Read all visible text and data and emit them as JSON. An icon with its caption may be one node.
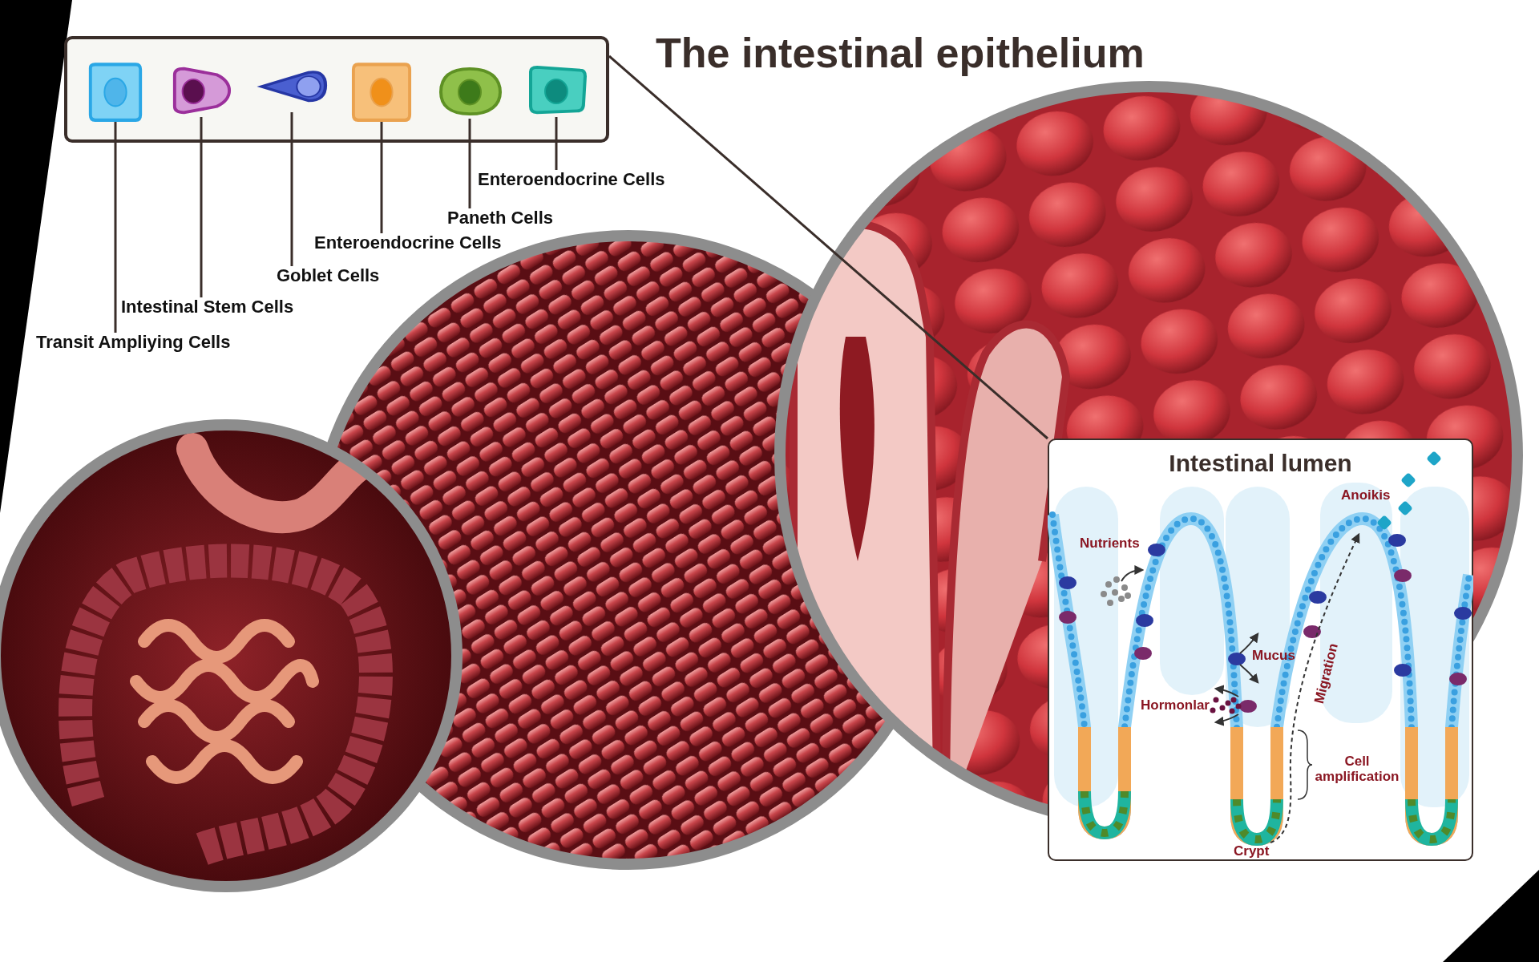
{
  "diagram": {
    "title": "The intestinal epithelium",
    "nodes": [
      {
        "text": [],
        "shape": "box"
      },
      {
        "text": [],
        "shape": "picture",
        "in": 0
      },
      {
        "text": [],
        "shape": "picture",
        "in": 0
      },
      {
        "text": [],
        "shape": "picture",
        "in": 0
      },
      {
        "text": [],
        "shape": "picture",
        "in": 0
      },
      {
        "text": [],
        "shape": "picture",
        "in": 0
      },
      {
        "text": [],
        "shape": "picture",
        "in": 0
      },
      {
        "text": [
          "Transit Ampliying Cells"
        ]
      },
      {
        "text": [
          "Intestinal Stem Cells"
        ]
      },
      {
        "text": [
          "Goblet Cells"
        ]
      },
      {
        "text": [
          "Enteroendocrine Cells"
        ]
      },
      {
        "text": [
          "Paneth Cells"
        ]
      },
      {
        "text": [
          "Enteroendocrine Cells"
        ]
      },
      {
        "text": [
          "Intestinal lumen"
        ]
      }
    ],
    "edges": [
      {
        "from": 7,
        "to": 1,
        "arrow": "none"
      },
      {
        "from": 8,
        "to": 2,
        "arrow": "none"
      },
      {
        "from": 9,
        "to": 3,
        "arrow": "none"
      },
      {
        "from": 10,
        "to": 4,
        "arrow": "none"
      },
      {
        "from": 11,
        "to": 5,
        "arrow": "none"
      },
      {
        "from": 12,
        "to": 6,
        "arrow": "none"
      },
      {
        "from": 0,
        "to": 13,
        "arrow": "none"
      }
    ],
    "labels": [
      "Anoikis",
      "Nutrients",
      "Migration",
      "Mucus",
      "Hormonlar",
      "Cell amplification",
      "Crypt"
    ]
  }
}
